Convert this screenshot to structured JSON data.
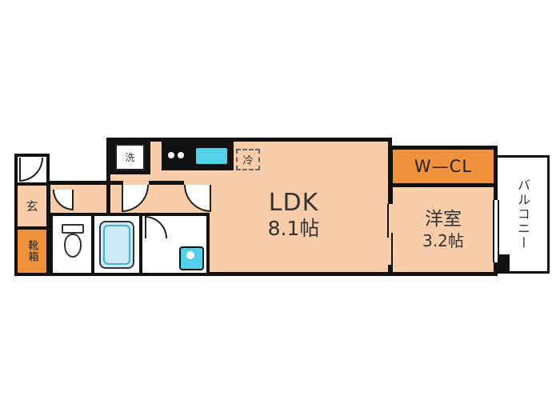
{
  "floorplan": {
    "rooms": {
      "ldk": {
        "name": "LDK",
        "size": "8.1帖"
      },
      "bedroom": {
        "name": "洋室",
        "size": "3.2帖"
      },
      "walk_in_closet": {
        "label": "W—CL"
      },
      "balcony": {
        "label": "バルコニー"
      },
      "entrance": {
        "label": "玄"
      },
      "shoe_box": {
        "label": "靴箱"
      }
    },
    "fixtures": {
      "washer": {
        "label": "洗"
      },
      "fridge": {
        "label": "冷"
      }
    },
    "colors": {
      "room_fill": "#f8cda9",
      "accent_orange": "#f0913d",
      "fixture_cyan": "#55d0ea",
      "tub_fill": "#cdeaf5",
      "tub_line": "#3fb4d6",
      "wall": "#111111",
      "bg": "#ffffff",
      "ink": "#333333"
    }
  }
}
